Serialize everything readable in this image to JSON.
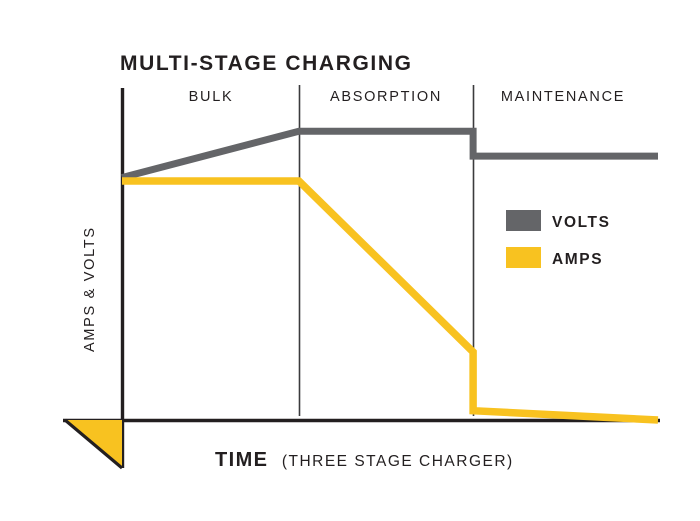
{
  "chart_data": {
    "type": "line",
    "title": "MULTI-STAGE CHARGING",
    "xlabel_bold": "TIME",
    "xlabel_light": "(THREE STAGE CHARGER)",
    "ylabel": "AMPS & VOLTS",
    "grid": false,
    "legend_position": "right-middle",
    "axis_ticks": false,
    "stages": [
      {
        "name": "BULK",
        "label": "BULK",
        "x_start": 0.0,
        "x_end": 0.33
      },
      {
        "name": "ABSORPTION",
        "label": "ABSORPTION",
        "x_start": 0.33,
        "x_end": 0.655
      },
      {
        "name": "MAINTENANCE",
        "label": "MAINTENANCE",
        "x_start": 0.655,
        "x_end": 1.0
      }
    ],
    "series": [
      {
        "name": "VOLTS",
        "color": "#646568",
        "points": [
          {
            "x": 0.0,
            "y": 0.73
          },
          {
            "x": 0.33,
            "y": 0.87
          },
          {
            "x": 0.655,
            "y": 0.87
          },
          {
            "x": 0.655,
            "y": 0.795
          },
          {
            "x": 1.0,
            "y": 0.795
          }
        ]
      },
      {
        "name": "AMPS",
        "color": "#f8c220",
        "points": [
          {
            "x": 0.0,
            "y": 0.72
          },
          {
            "x": 0.33,
            "y": 0.72
          },
          {
            "x": 0.655,
            "y": 0.205
          },
          {
            "x": 0.655,
            "y": 0.028
          },
          {
            "x": 1.0,
            "y": 0.0
          }
        ]
      }
    ],
    "legend": [
      {
        "label": "VOLTS",
        "color": "#646568"
      },
      {
        "label": "AMPS",
        "color": "#f8c220"
      }
    ],
    "origin_marker": {
      "name": "origin-triangle",
      "fill": "#f8c220",
      "stroke": "#231f20"
    },
    "colors": {
      "volts": "#646568",
      "amps": "#f8c220",
      "axis": "#231f20",
      "divider": "#3b3b3d",
      "text": "#231f20",
      "background": "#ffffff"
    }
  }
}
